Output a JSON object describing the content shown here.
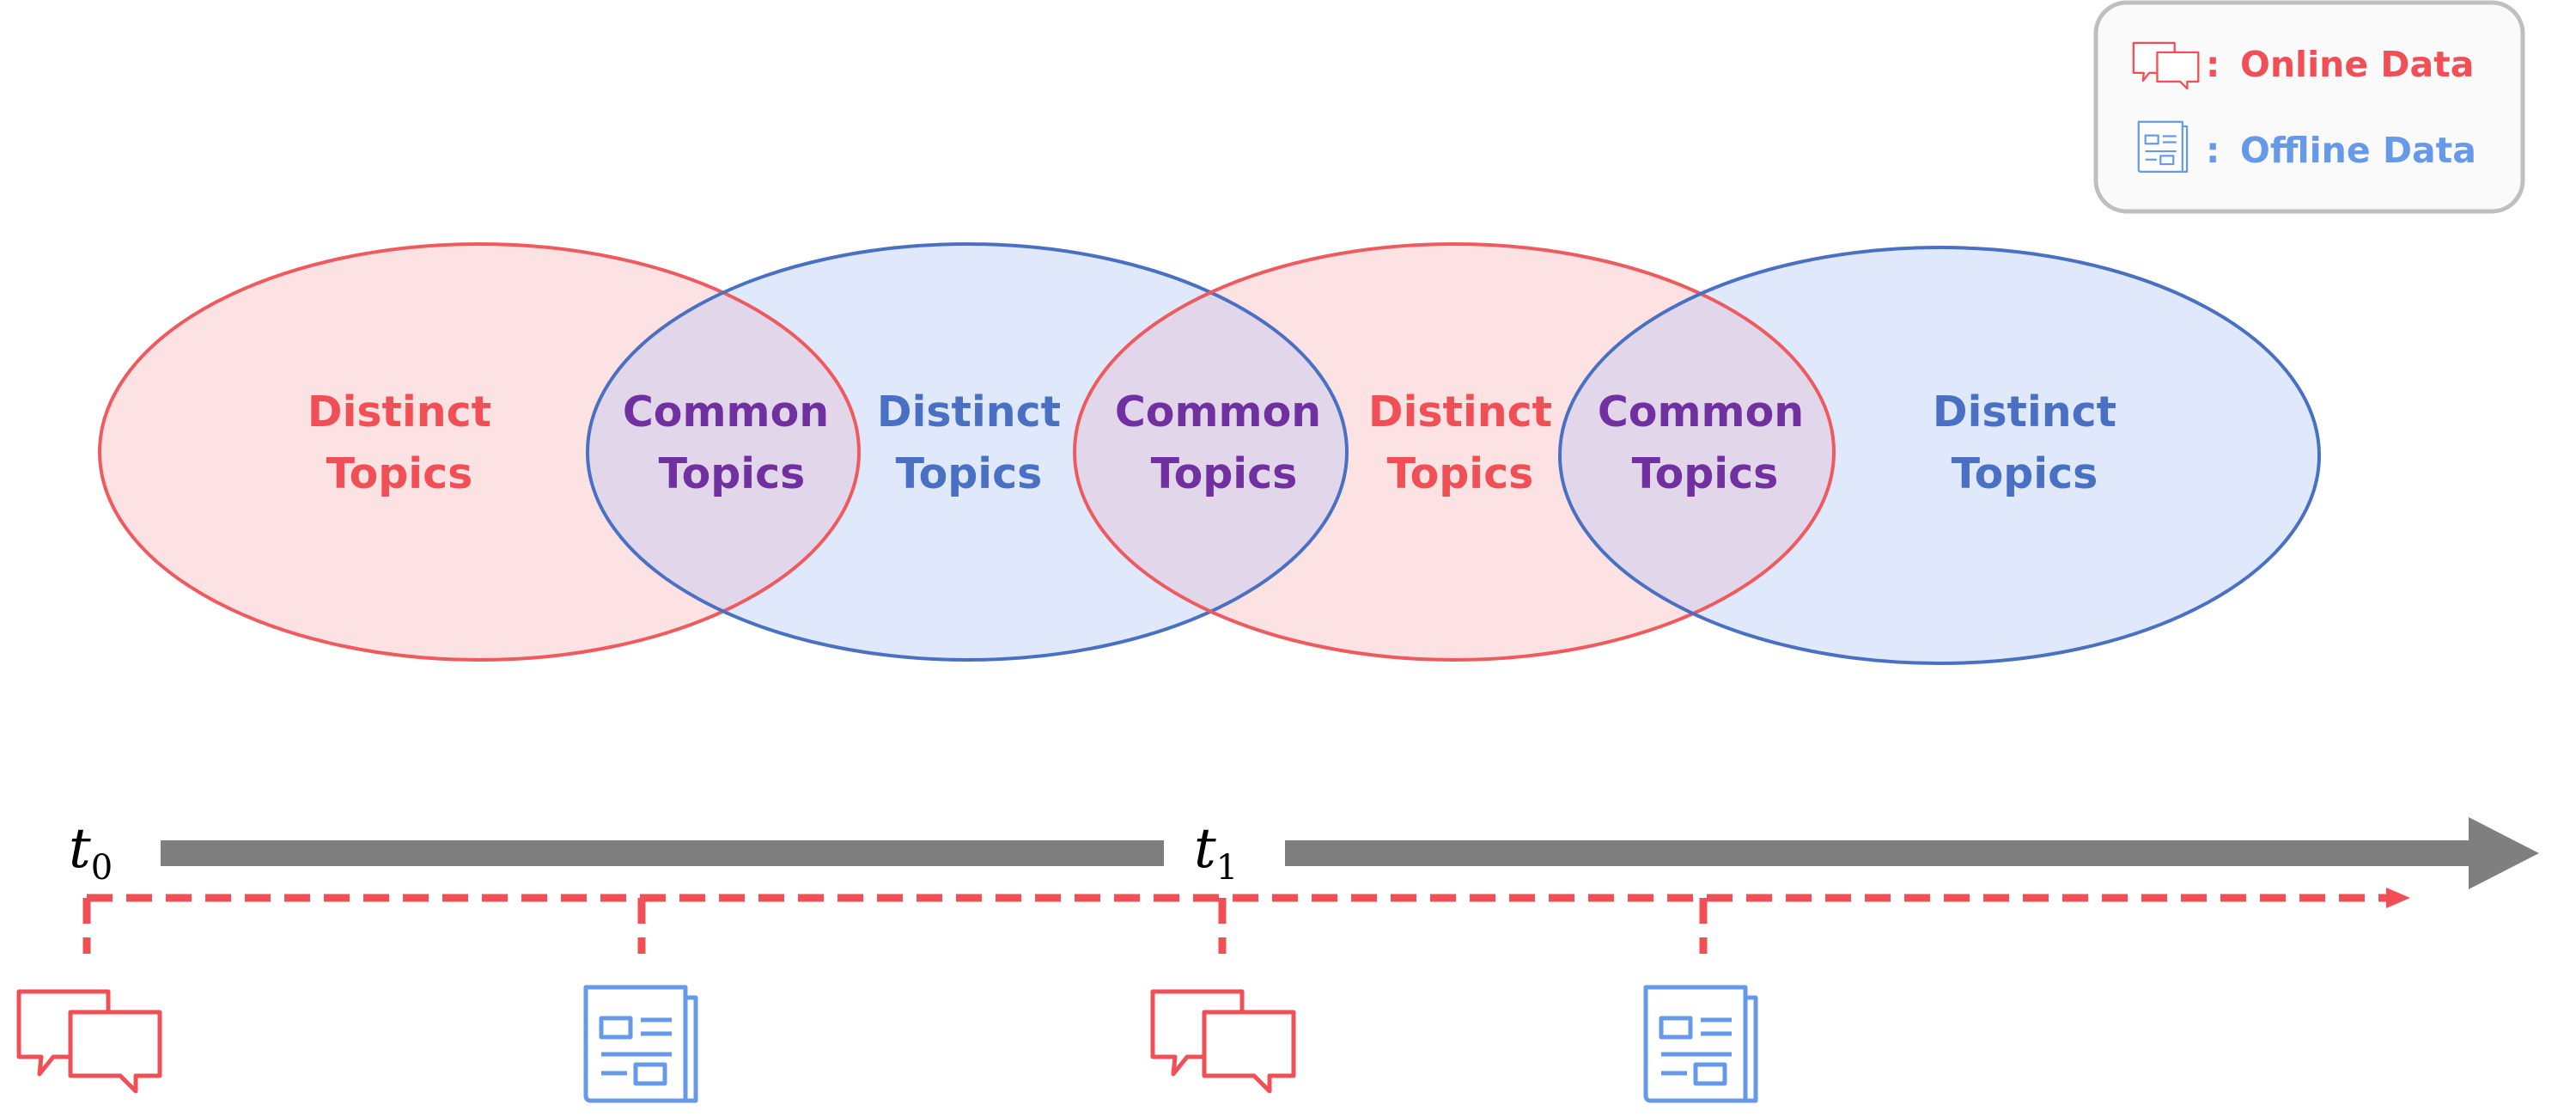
{
  "colors": {
    "online": "#f05055",
    "offline": "#6699e8",
    "online_fill": "#fde2e3",
    "offline_fill": "#dfe9fb",
    "overlap_fill": "#e2d6ea",
    "online_stroke": "#ee5a5e",
    "offline_stroke": "#4a70c4",
    "common_text": "#7030a0",
    "distinct_online_text": "#f05055",
    "distinct_offline_text": "#4a70c4",
    "timeline": "#7f7f7f"
  },
  "legend": {
    "online_sep": ":",
    "online_label": "Online Data",
    "offline_sep": ":",
    "offline_label": "Offline Data",
    "online_icon": "chat-bubbles-icon",
    "offline_icon": "newspaper-icon"
  },
  "regions": [
    {
      "line1": "Distinct",
      "line2": "Topics"
    },
    {
      "line1": "Common",
      "line2": "Topics"
    },
    {
      "line1": "Distinct",
      "line2": "Topics"
    },
    {
      "line1": "Common",
      "line2": "Topics"
    },
    {
      "line1": "Distinct",
      "line2": "Topics"
    },
    {
      "line1": "Common",
      "line2": "Topics"
    },
    {
      "line1": "Distinct",
      "line2": "Topics"
    }
  ],
  "timeline": {
    "t0_main": "t",
    "t0_sub": "0",
    "t1_main": "t",
    "t1_sub": "1"
  },
  "events": [
    {
      "type": "online",
      "icon": "chat-bubbles-icon"
    },
    {
      "type": "offline",
      "icon": "newspaper-icon"
    },
    {
      "type": "online",
      "icon": "chat-bubbles-icon"
    },
    {
      "type": "offline",
      "icon": "newspaper-icon"
    }
  ]
}
